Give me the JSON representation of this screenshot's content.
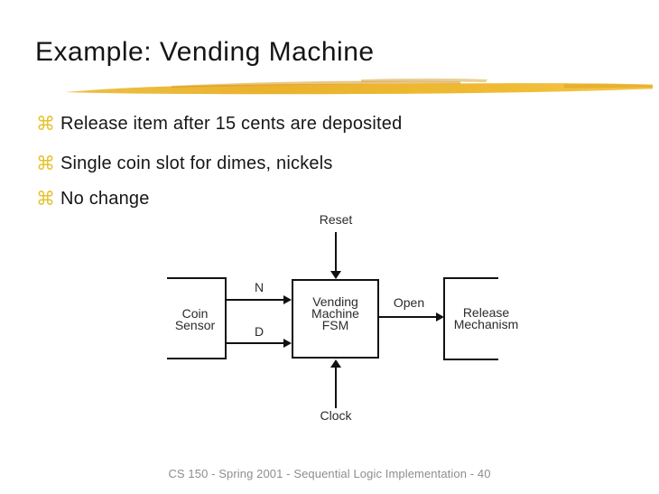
{
  "slide": {
    "title": "Example: Vending Machine",
    "bullet_glyph": "⌘",
    "bullets": [
      "Release item after 15 cents are deposited",
      "Single coin slot for dimes, nickels",
      "No change"
    ],
    "footer": "CS 150 - Spring  2001 - Sequential Logic Implementation - 40",
    "colors": {
      "bullet_gold": "#e6c22e",
      "brush_gold": "#edb32e",
      "brush_dark_gold": "#d9981f",
      "line_black": "#111111",
      "body_text": "#161616",
      "footer_gray": "#8e8e8e"
    }
  },
  "diagram": {
    "boxes": {
      "coin_sensor": {
        "line1": "Coin",
        "line2": "Sensor"
      },
      "fsm": {
        "line1": "Vending",
        "line2": "Machine",
        "line3": "FSM"
      },
      "release_mechanism": {
        "line1": "Release",
        "line2": "Mechanism"
      }
    },
    "labels": {
      "reset": "Reset",
      "n": "N",
      "d": "D",
      "open": "Open",
      "clock": "Clock"
    }
  }
}
